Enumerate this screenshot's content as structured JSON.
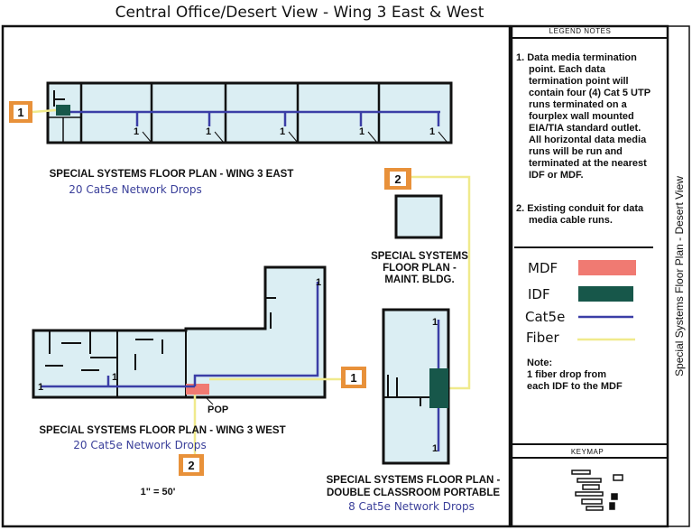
{
  "title": "Central Office/Desert View - Wing 3 East & West",
  "plans": {
    "east": {
      "label": "SPECIAL SYSTEMS FLOOR PLAN - WING 3 EAST",
      "drops": "20 Cat5e Network Drops"
    },
    "maint": {
      "label_lines": [
        "SPECIAL SYSTEMS",
        "FLOOR PLAN -",
        "MAINT. BLDG."
      ]
    },
    "west": {
      "label": "SPECIAL SYSTEMS FLOOR PLAN - WING 3 WEST",
      "drops": "20 Cat5e Network Drops",
      "pop": "POP"
    },
    "portable": {
      "label_lines": [
        "SPECIAL SYSTEMS FLOOR PLAN -",
        "DOUBLE CLASSROOM PORTABLE"
      ],
      "drops": "8 Cat5e Network Drops"
    }
  },
  "scale": "1\" = 50'",
  "callouts": {
    "one": "1",
    "two": "2"
  },
  "drop_marker": "1",
  "legend": {
    "header": "LEGEND  NOTES",
    "note1_lines": [
      "1.  Data media termination",
      "point.  Each data",
      "termination point will",
      "contain four (4) Cat 5 UTP",
      "runs terminated on a",
      "fourplex wall mounted",
      "EIA/TIA standard outlet.",
      "All horizontal data media",
      "runs will be run and",
      "terminated at the nearest",
      "IDF or MDF."
    ],
    "note2_lines": [
      "2.  Existing conduit for data",
      "media cable runs."
    ],
    "items": [
      {
        "label": "MDF",
        "color": "#f07a72"
      },
      {
        "label": "IDF",
        "color": "#17574a"
      },
      {
        "label": "Cat5e",
        "color": "#3b3ea6"
      },
      {
        "label": "Fiber",
        "color": "#f0ea8c"
      }
    ],
    "note3_lines": [
      "Note:",
      "1 fiber drop from",
      "each IDF to the MDF"
    ]
  },
  "keymap": {
    "header": "KEYMAP"
  },
  "side_title": "Special Systems Floor Plan - Desert View",
  "colors": {
    "room_fill": "#dbeef3",
    "callout": "#e8913a",
    "cat5e": "#3b3ea6",
    "fiber": "#f0ea8c",
    "mdf": "#f07a72",
    "idf": "#17574a"
  }
}
